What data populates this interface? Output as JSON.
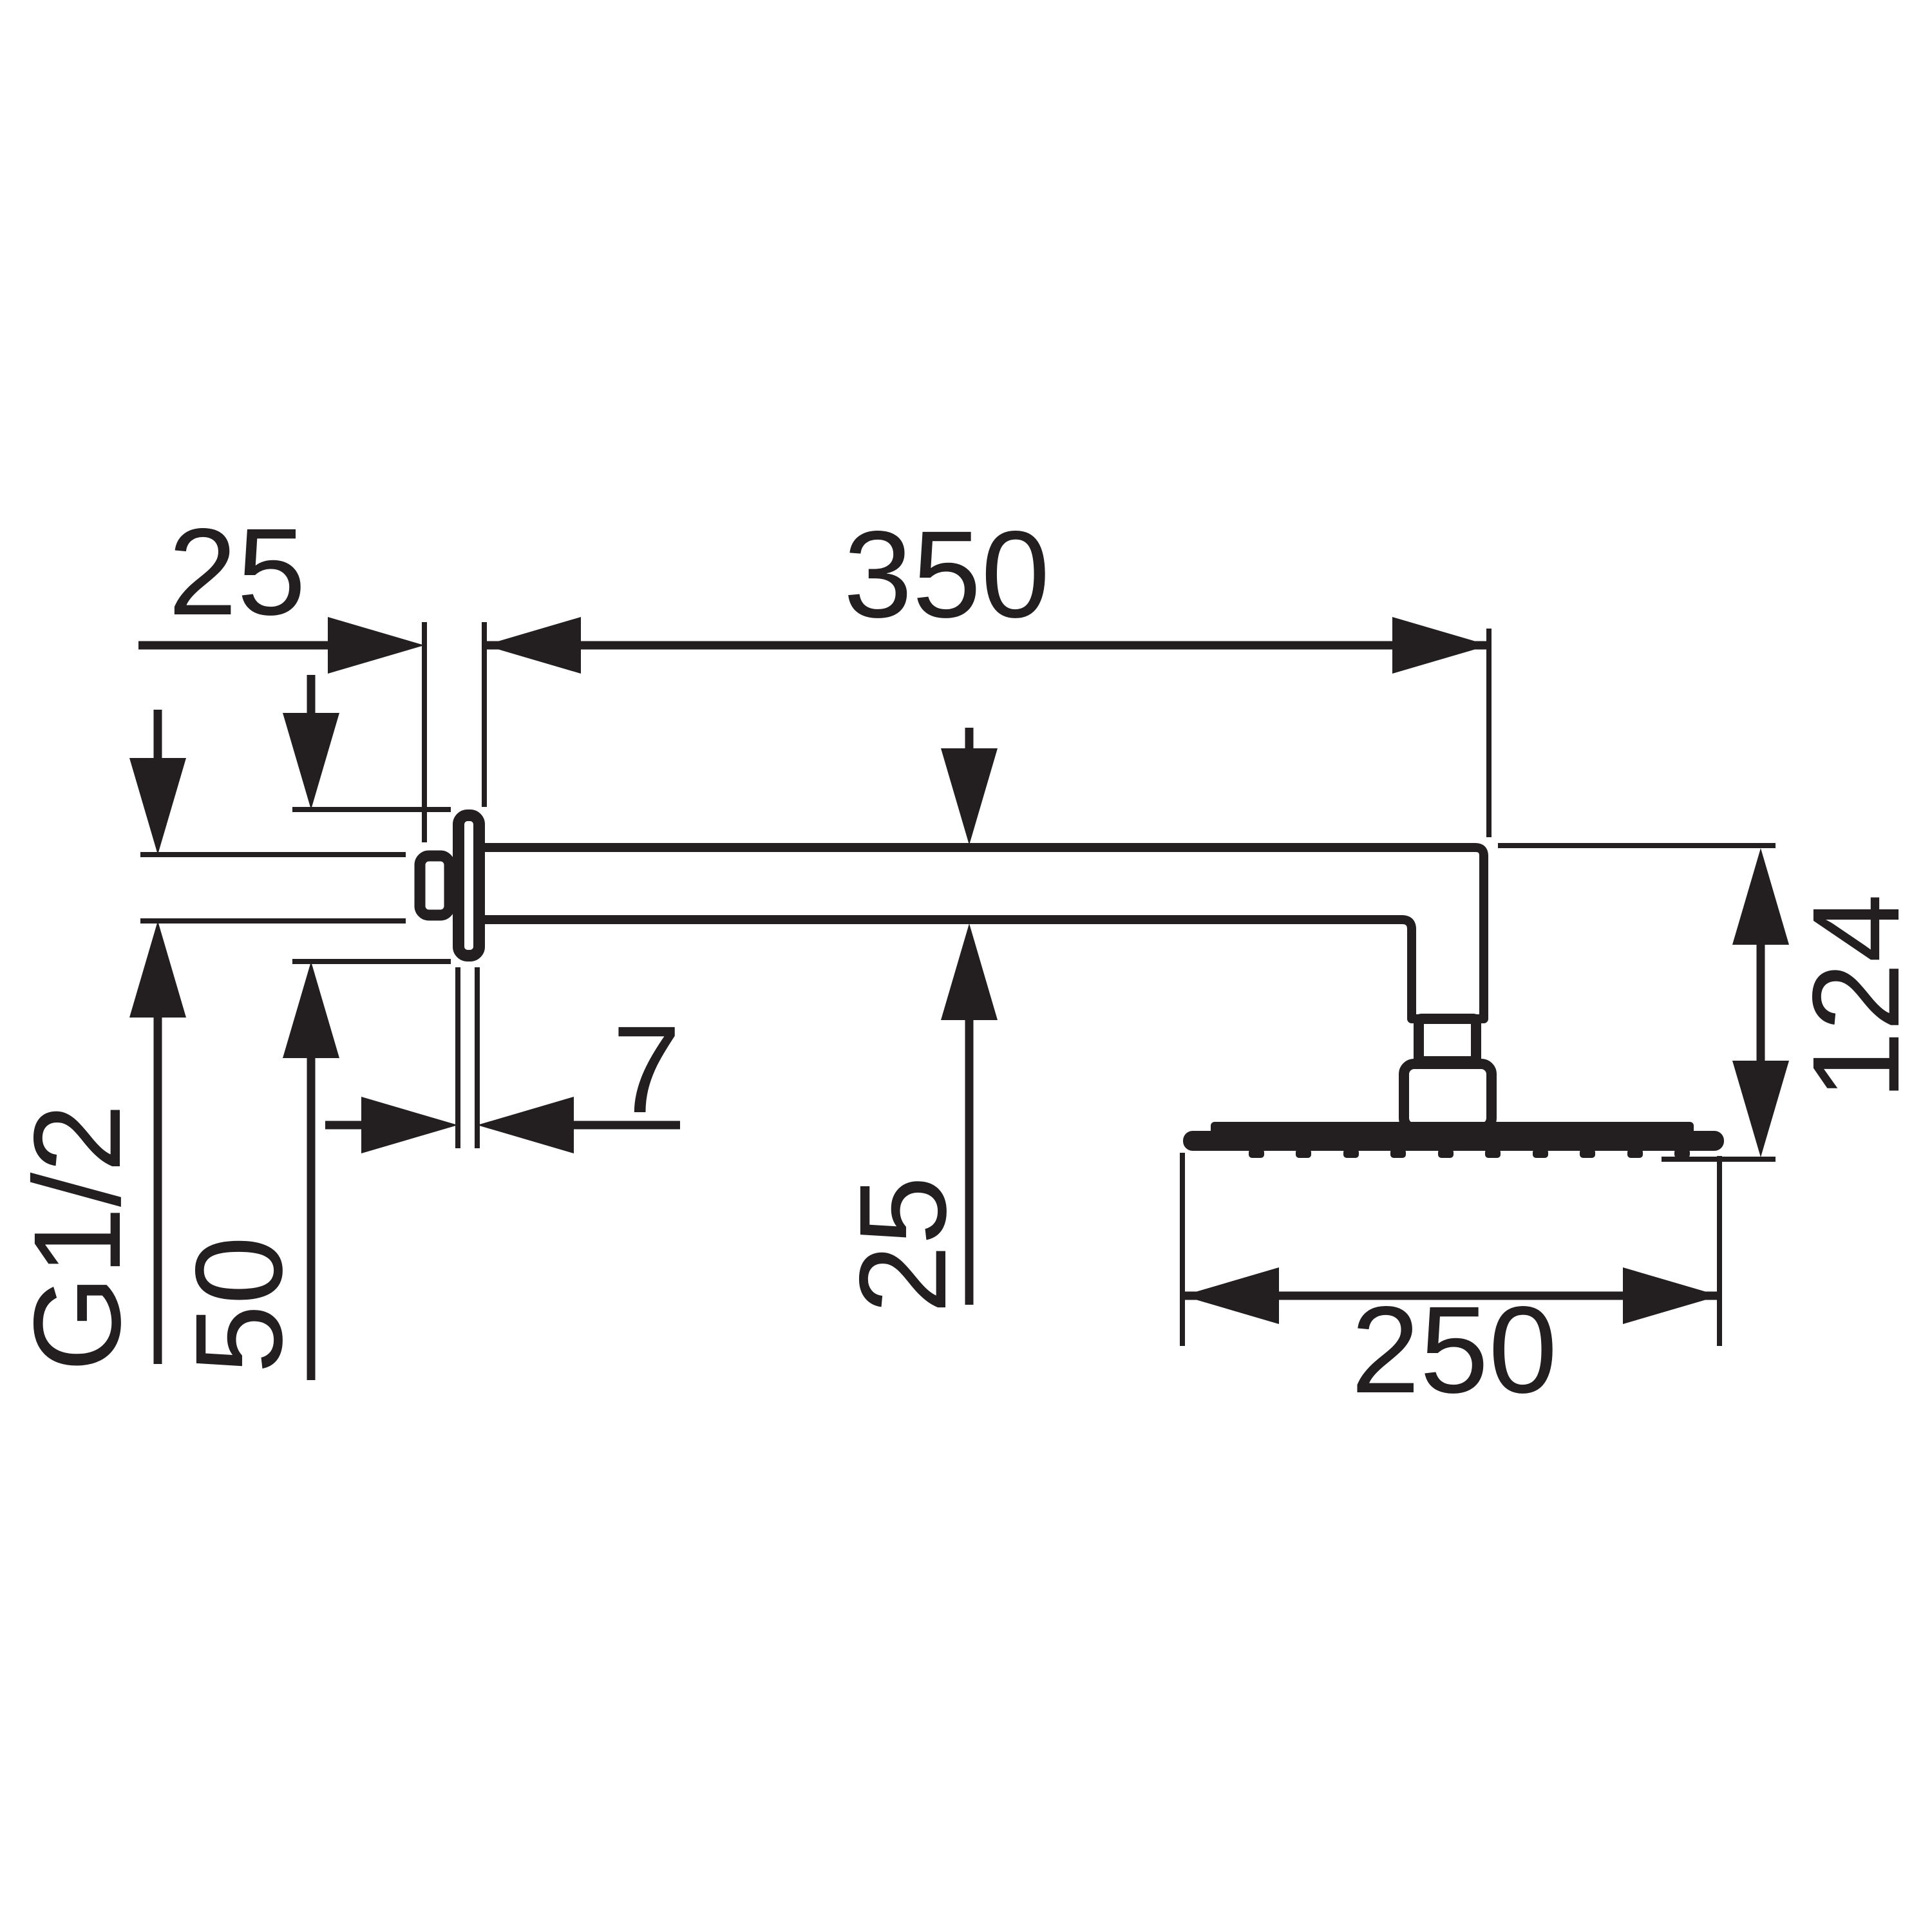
{
  "drawing": {
    "type": "technical-dimension-drawing",
    "subject": "Wall-mounted overhead shower arm with flat rain shower head, side view",
    "ink_color": "#231f20",
    "background_color": "#ffffff",
    "labels": {
      "wall_offset": "25",
      "arm_length": "350",
      "arm_thickness": "25",
      "flange_thickness": "7",
      "flange_height": "50",
      "thread": "G1/2",
      "drop_height": "124",
      "head_width": "250"
    }
  }
}
